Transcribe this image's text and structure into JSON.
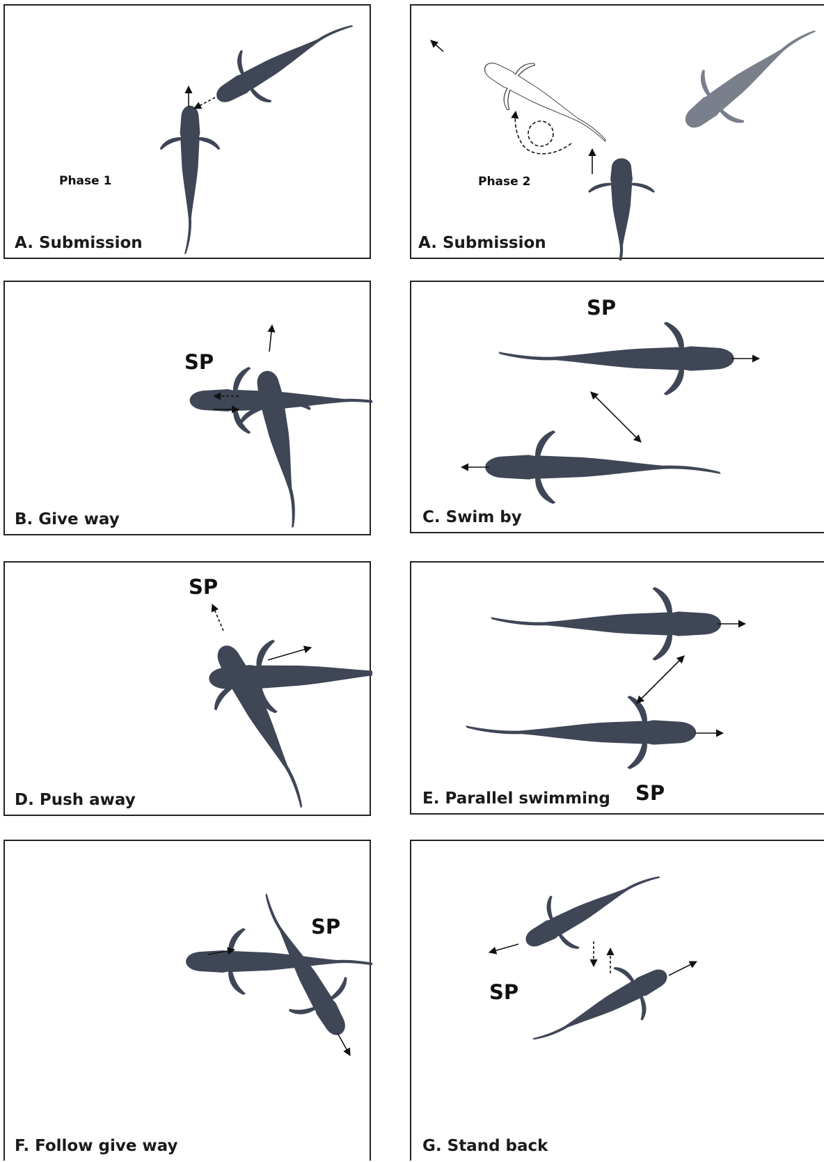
{
  "panels": {
    "a1": {
      "caption": "A. Submission",
      "phase": "Phase 1"
    },
    "a2": {
      "caption": "A. Submission",
      "phase": "Phase 2"
    },
    "b": {
      "caption": "B. Give way",
      "sp": "SP"
    },
    "c": {
      "caption": "C. Swim by",
      "sp": "SP"
    },
    "d": {
      "caption": "D. Push away",
      "sp": "SP"
    },
    "e": {
      "caption": "E. Parallel swimming",
      "sp": "SP"
    },
    "f": {
      "caption": "F. Follow give way",
      "sp": "SP"
    },
    "g": {
      "caption": "G. Stand  back",
      "sp": "SP"
    }
  },
  "colors": {
    "shark_body": "#3f4656",
    "shark_dark": "#23272f",
    "border": "#222222"
  },
  "icons": {
    "shark": "whale-shark-top-view",
    "arrow": "direction-arrow",
    "dashed_arrow": "dashed-direction-arrow"
  }
}
